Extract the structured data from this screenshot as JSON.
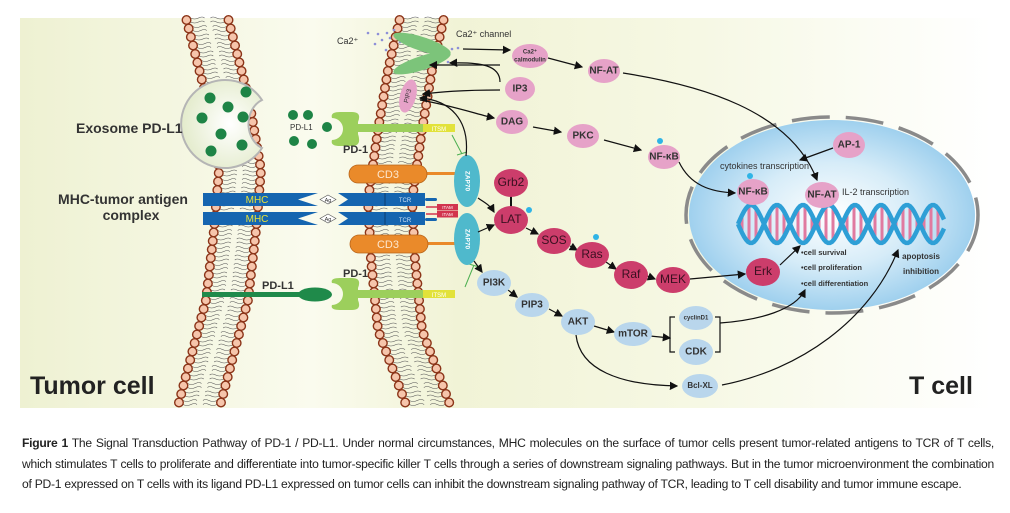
{
  "figure": {
    "labels": {
      "exosome": "Exosome PD-L1",
      "mhc_complex_line1": "MHC-tumor antigen",
      "mhc_complex_line2": "complex",
      "tumor_cell": "Tumor cell",
      "t_cell": "T cell",
      "pd_l1_small": "PD-L1",
      "pd_l1": "PD-L1",
      "pd1_top": "PD-1",
      "pd1_bottom": "PD-1",
      "itsm": "ITSM",
      "itam": "ITAM",
      "cd3": "CD3",
      "mhc": "MHC",
      "ag": "Ag",
      "tcr": "TCR",
      "zap70": "ZAP70",
      "ca2": "Ca2⁺",
      "ca2_channel": "Ca2⁺ channel",
      "pip3_membrane": "PIP3",
      "p": "P",
      "cytokines_transcription": "cytokines transcription",
      "il2_transcription": "IL-2 transcription",
      "outcomes": [
        "•cell survival",
        "•cell proliferation",
        "•cell differentiation"
      ],
      "apoptosis": "apoptosis",
      "inhibition": "inhibition"
    },
    "nodes": {
      "ca2_calmodulin_1": "Ca2⁺",
      "ca2_calmodulin_2": "calmodulin",
      "nfat": "NF-AT",
      "ip3": "IP3",
      "dag": "DAG",
      "pkc": "PKC",
      "nfkb": "NF-κB",
      "ap1": "AP-1",
      "nfkb_nucleus": "NF-κB",
      "nfat_nucleus": "NF-AT",
      "grb2": "Grb2",
      "lat": "LAT",
      "sos": "SOS",
      "ras": "Ras",
      "raf": "Raf",
      "mek": "MEK",
      "erk": "Erk",
      "pi3k": "PI3K",
      "pip3": "PIP3",
      "akt": "AKT",
      "mtor": "mTOR",
      "cyclind1": "cyclinD1",
      "cdk": "CDK",
      "bclxl": "Bcl-XL"
    },
    "colors": {
      "pink": "#e6a2c8",
      "dark_pink": "#cc3d6b",
      "light_blue": "#b9d6ec",
      "mhc_blue": "#1565b0",
      "cd3_orange": "#ea8a2a",
      "zap70_cyan": "#4fb9cc",
      "pd1_green": "#9ccf5c",
      "pdl1_green": "#1f8a4a",
      "itsm_yellow": "#e2e23a",
      "itam_red": "#d2344e",
      "nucleus_blue": "#a9d6f0"
    }
  },
  "caption": {
    "label": "Figure 1",
    "text": "The Signal Transduction Pathway of PD-1 / PD-L1. Under normal circumstances, MHC molecules on the surface of tumor cells present tumor-related antigens to TCR of T cells, which stimulates T cells to proliferate and differentiate into tumor-specific killer T cells through a series of downstream signaling pathways. But in the tumor microenvironment the combination of PD-1 expressed on T cells with its ligand PD-L1 expressed on tumor cells can inhibit the downstream signaling pathway of TCR, leading to T cell disability and tumor immune escape."
  }
}
